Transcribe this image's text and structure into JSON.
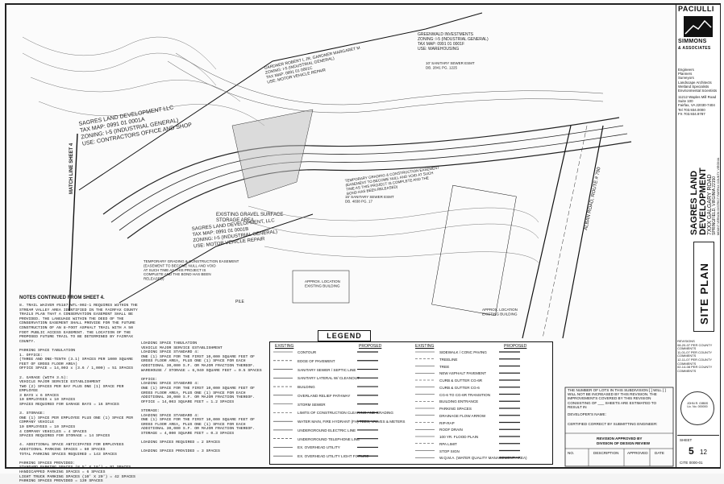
{
  "title_block": {
    "firm_line1": "PACIULLI",
    "firm_line2": "SIMMONS",
    "firm_line3": "& ASSOCIATES",
    "disciplines": "Engineers\nPlanners\nSurveyors\nLandscape Architects\nWetland Specialists\nEnvironmental Scientists",
    "address": "11212 Waples Mill Road\nSuite 100\nFairfax, VA 22030-7404\nTel 703.934.0000\nFX 703.934.9787",
    "project_line1": "SAGRES LAND",
    "project_line2": "DEVELOPMENT",
    "project_line3": "7XXX GALGARY ROAD",
    "project_line4": "SPRINGFIELD, VIRGINIA 22150",
    "project_line5": "MOUNT VERNON DISTRICT   FAIRFAX COUNTY, VIRGINIA",
    "sheet_title": "SITE PLAN",
    "seal_text": "JOHN R. GIBBS\nLic. No. 000000",
    "revisions": "REVISIONS\n08-20-07 PER COUNTY COMMENTS\n11-01-07 PER COUNTY COMMENTS\n12-11-07 PER COUNTY COMMENTS\n02-14-08 PER COUNTY COMMENTS",
    "sheet_label": "SHEET",
    "sheet_number": "5",
    "sheet_total": "12",
    "file_number": "CITE 0000-01"
  },
  "notes": {
    "header": "NOTES CONTINUED FROM SHEET 4.",
    "body": "8. TRAIL WAIVER #5187-WTL-002-1 REQUIRES WITHIN THE STREAM VALLEY AREA IDENTIFIED IN THE FAIRFAX COUNTY TRAILS PLAN THAT A CONSERVATION EASEMENT SHALL BE PROVIDED. THE LANGUAGE WITHIN THE DEED OF THE CONSERVATION EASEMENT SHALL PROVIDE FOR THE FUTURE CONSTRUCTION OF AN 8-FOOT ASPHALT TRAIL WITH A 50 FOOT PUBLIC ACCESS EASEMENT. THE LOCATION OF THE PROPOSED FUTURE TRAIL TO BE DETERMINED BY FAIRFAX COUNTY.\n\nPARKING SPACE TABULATION\n1. OFFICE:\n(THREE AND ONE-TENTH (3.1) SPACES PER 1000 SQUARE FEET OF GROSS FLOOR AREA)\nOFFICE SPACE = 14,003 x (3.6 / 1,000) =   51 SPACES\n\n2. GARAGE (WITH 3.5):\nVEHICLE MAJOR SERVICE ESTABLISHMENT\nTWO (2) SPACES PER BAY PLUS ONE (1) SPACE PER EMPLOYEE\n3 BAYS x   6 SPACES\n10 EMPLOYEES x   10 SPACES\nSPACES REQUIRED FOR GARAGE BAYS =   16 SPACES\n\n3. STORAGE:\nONE (1) SPACE PER EMPLOYEE PLUS ONE (1) SPACE PER COMPANY VEHICLE\n10 EMPLOYEES =   10 SPACES\n4 COMPANY VEHICLES =   4 SPACES\nSPACES REQUIRED FOR STORAGE =   14 SPACES\n\n4. ADDITIONAL SPACE ANTICIPATED FOR EMPLOYEES\nADDITIONAL PARKING SPACES =   60 SPACES\nTOTAL PARKING SPACES REQUIRED =   143 SPACES\n\nPARKING SPACES PROVIDED:\nSTANDARD PARKING SPACES (8.5' X 18') =   91 SPACES\nHANDICAPPED PARKING SPACES =   6 SPACES\nLIGHT TRUCK PARKING SPACES (10' X 20') =   42 SPACES\nPARKING SPACES PROVIDED =   139 SPACES"
  },
  "loading": {
    "body": "LOADING SPACE TABULATION\nVEHICLE MAJOR SERVICE ESTABLISHMENT\nLOADING SPACE STANDARD 4:\nONE (1) SPACE FOR THE FIRST 10,000 SQUARE FEET OF GROSS FLOOR AREA, PLUS ONE (1) SPACE FOR EACH ADDITIONAL 30,000 S.F. OR MAJOR FRACTION THEREOF.\nWAREHOUSE / STORAGE = 6,940 SQUARE FEET =   0.5 SPACES\n\nOFFICE:\nLOADING SPACE STANDARD 4:\nONE (1) SPACE FOR THE FIRST 10,000 SQUARE FEET OF GROSS FLOOR AREA, PLUS ONE (1) SPACE FOR EACH ADDITIONAL 30,000 S.F. OR MAJOR FRACTION THEREOF.\nOFFICE = 14,003 SQUARE FEET =   1.2 SPACES\n\nSTORAGE:\nLOADING SPACE STANDARD 4:\nONE (1) SPACE FOR THE FIRST 10,000 SQUARE FEET OF GROSS FLOOR AREA, PLUS ONE (1) SPACE FOR EACH ADDITIONAL 30,000 S.F. OR MAJOR FRACTION THEREOF.\nSTORAGE = 4,000 SQUARE FEET =   0.3 SPACES\n\nLOADING SPACES REQUIRED =   2 SPACES\n\nLOADING SPACES PROVIDED =   3 SPACES"
  },
  "legend": {
    "title": "LEGEND",
    "hdr_existing": "EXISTING",
    "hdr_proposed": "PROPOSED",
    "left_items": [
      "CONTOUR",
      "EDGE OF PAVEMENT",
      "SANITARY SEWER / SEPTIC LINE",
      "SANITARY LATERAL W/ CLEANOUT",
      "BUILDING",
      "OVERLAND RELIEF PATHWAY",
      "STORM SEWER",
      "LIMITS OF CONSTRUCTION CLEARING AND GRADING",
      "WATER MAIN, FIRE HYDRANT (FH) TEES, VALVES & METERS",
      "UNDERGROUND ELECTRIC LINE",
      "UNDERGROUND TELEPHONE LINE",
      "EX. OVERHEAD UTILITY",
      "EX. OVERHEAD UTILITY LIGHT FIXTURE"
    ],
    "right_items": [
      "SIDEWALK / CONC PAVING",
      "TREELINE",
      "TREE",
      "NEW ASPHALT PAVEMENT",
      "CURB & GUTTER CG-6R",
      "CURB & GUTTER CG-6",
      "CG-6 TO CG-6R TRANSITION",
      "BUILDING ENTRANCE",
      "PARKING SPACES",
      "DRAINAGE FLOW ARROW",
      "RIP-RAP",
      "ROOF DRAIN",
      "100 YR. FLOOD PLAIN",
      "RPA LIMIT",
      "STOP SIGN",
      "W.Q.M.A. (WATER QUALITY MANAGEMENT AREA)"
    ]
  },
  "approval": {
    "line1": "THE NUMBER OF LOTS IN THIS SUBDIVISION [ ] WILL [ ] WILL NOT BE INCREASED BY THIS REVISION. THE IMPROVEMENTS COVERED BY THIS REVISION CONSISTING OF ___ SHEETS ARE ESTIMATED TO RESULT IN",
    "developer": "DEVELOPER'S NAME:",
    "engineer": "CERTIFIED CORRECT BY SUBMITTING ENGINEER:",
    "revision_approved": "REVISION APPROVED BY",
    "division": "DIVISION OF DESIGN REVIEW",
    "col_no": "NO.",
    "col_description": "DESCRIPTION",
    "col_approved": "APPROVED",
    "col_date": "DATE"
  },
  "plan_labels": {
    "greenwald": "GREENWALD INVESTMENTS\nZONING: I-5 (INDUSTRIAL GENERAL)\nTAX MAP: 0991 01 0001F\nUSE: WAREHOUSING",
    "gardner": "GARDNER ROBERT L JR, GARDNER MARGARET M\nZONING: I-5 (INDUSTRIAL GENERAL)\nTAX MAP: 0991 01 0001C\nUSE: MOTOR VEHICLE REPAIR",
    "sagres_top": "SAGRES LAND DEVELOPMENT LLC\nTAX MAP: 0991 01 0001A\nZONING: I-5 (INDUSTRIAL GENERAL)\nUSE: CONTRACTORS OFFICE AND SHOP",
    "sagres_mid": "SAGRES LAND DEVELOPMENT, LLC\nTAX MAP: 0991 01 0001B\nZONING: I-5 (INDUSTRIAL GENERAL)\nUSE: MOTOR VEHICLE REPAIR",
    "match_line": "MATCH LINE SHEET 4",
    "gravel": "EXISTING GRAVEL SURFACE\nSTORAGE AREA",
    "easement1": "TEMPORARY GRADING & CONSTRUCTION EASEMENT\n(EASEMENT TO BECOME NULL AND VOID AT SUCH\nTIME AS THIS PROJECT IS COMPLETE AND THE\nBOND HAS BEEN RELEASED)",
    "easement2": "TEMPORARY GRADING & CONSTRUCTION EASEMENT\n(EASEMENT TO BECOME NULL AND VOID\nAT SUCH TIME AS THIS PROJECT IS\nCOMPLETE AND THE BOND HAS BEEN\nRELEASED)",
    "building_right": "APPROX. LOCATION\nEXISTING BUILDING",
    "building_mid": "APPROX. LOCATION\nEXISTING BUILDING",
    "road": "ALBAN ROAD, ROUTE # 790",
    "pile": "PILE",
    "sewer1": "10' SANITARY SEWER ESMT\nDB. 2841 PG. 1225",
    "sewer2": "15' SANITARY SEWER ESMT\nDB. 4838 PG. 17"
  }
}
